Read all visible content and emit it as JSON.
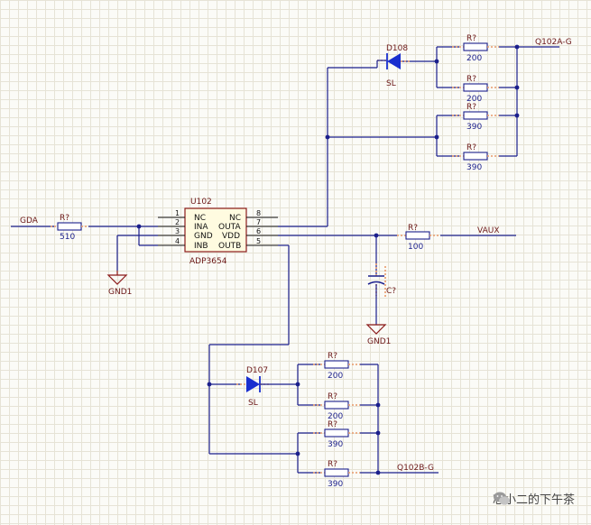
{
  "ic": {
    "ref": "U102",
    "part": "ADP3654",
    "left_pins": [
      {
        "num": "1",
        "name": "NC"
      },
      {
        "num": "2",
        "name": "INA"
      },
      {
        "num": "3",
        "name": "GND"
      },
      {
        "num": "4",
        "name": "INB"
      }
    ],
    "right_pins": [
      {
        "num": "8",
        "name": "NC"
      },
      {
        "num": "7",
        "name": "OUTA"
      },
      {
        "num": "6",
        "name": "VDD"
      },
      {
        "num": "5",
        "name": "OUTB"
      }
    ]
  },
  "nets": {
    "gda": "GDA",
    "vaux": "VAUX",
    "q102a": "Q102A-G",
    "q102b": "Q102B-G",
    "gnd": "GND1"
  },
  "resistors": {
    "r_gda": {
      "ref": "R?",
      "value": "510"
    },
    "r_vaux": {
      "ref": "R?",
      "value": "100"
    },
    "a1": {
      "ref": "R?",
      "value": "200"
    },
    "a2": {
      "ref": "R?",
      "value": "200"
    },
    "a3": {
      "ref": "R?",
      "value": "390"
    },
    "a4": {
      "ref": "R?",
      "value": "390"
    },
    "b1": {
      "ref": "R?",
      "value": "200"
    },
    "b2": {
      "ref": "R?",
      "value": "200"
    },
    "b3": {
      "ref": "R?",
      "value": "390"
    },
    "b4": {
      "ref": "R?",
      "value": "390"
    }
  },
  "diodes": {
    "d108": {
      "ref": "D108",
      "value": "SL"
    },
    "d107": {
      "ref": "D107",
      "value": "SL"
    }
  },
  "capacitor": {
    "ref": "C?"
  },
  "watermark": {
    "text": "芯小二的下午茶",
    "icon": "wechat-icon"
  }
}
